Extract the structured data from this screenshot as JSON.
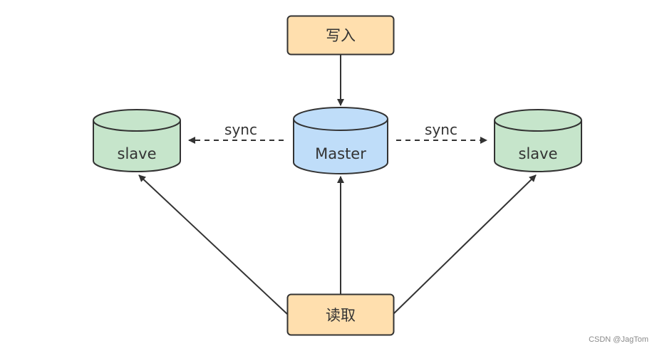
{
  "diagram": {
    "title": "",
    "nodes": {
      "write": {
        "label": "写入",
        "shape": "rounded-rectangle",
        "fill": "#FFDFAE"
      },
      "master": {
        "label": "Master",
        "shape": "cylinder",
        "fill": "#BFDDF9"
      },
      "slave_left": {
        "label": "slave",
        "shape": "cylinder",
        "fill": "#C6E5CB"
      },
      "slave_right": {
        "label": "slave",
        "shape": "cylinder",
        "fill": "#C6E5CB"
      },
      "read": {
        "label": "读取",
        "shape": "rounded-rectangle",
        "fill": "#FFDFAE"
      }
    },
    "edges": [
      {
        "from": "write",
        "to": "master",
        "style": "solid",
        "label": ""
      },
      {
        "from": "master",
        "to": "slave_left",
        "style": "dashed",
        "label": "sync"
      },
      {
        "from": "master",
        "to": "slave_right",
        "style": "dashed",
        "label": "sync"
      },
      {
        "from": "read",
        "to": "master",
        "style": "solid",
        "label": ""
      },
      {
        "from": "read",
        "to": "slave_left",
        "style": "solid",
        "label": ""
      },
      {
        "from": "read",
        "to": "slave_right",
        "style": "solid",
        "label": ""
      }
    ],
    "colors": {
      "stroke": "#333333",
      "text": "#333333"
    }
  },
  "watermark": "CSDN @JagTom"
}
